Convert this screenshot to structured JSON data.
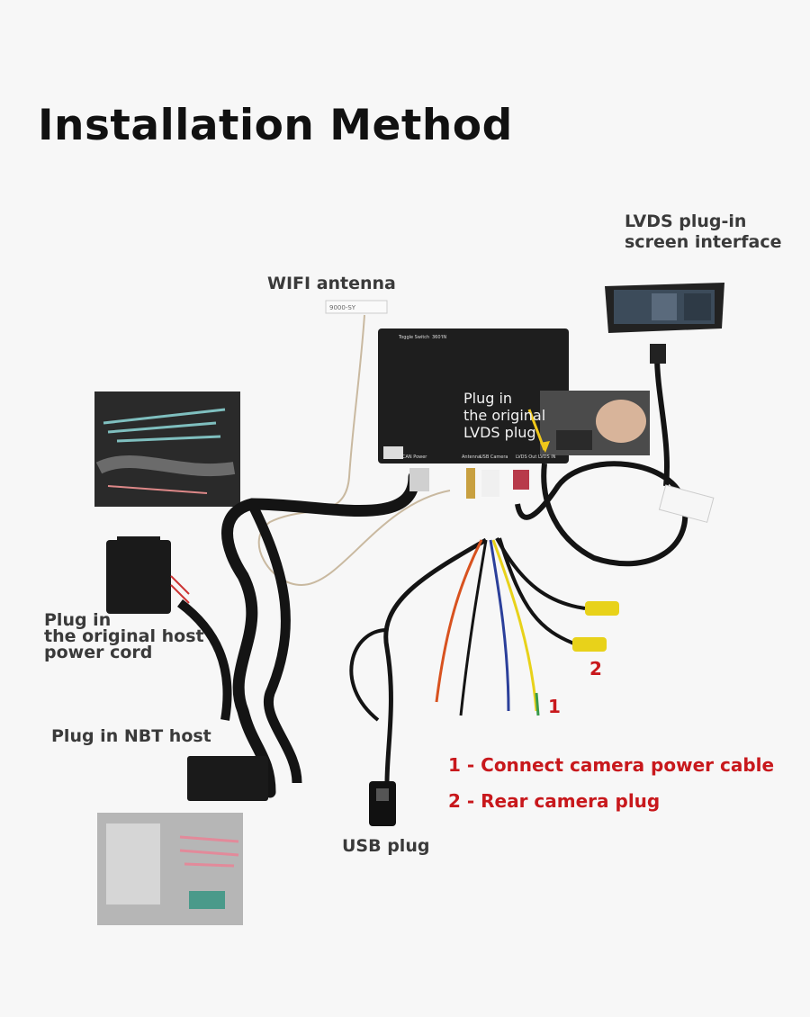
{
  "title": "Installation Method",
  "labels": {
    "wifi_antenna": "WIFI antenna",
    "lvds_screen_line1": "LVDS plug-in",
    "lvds_screen_line2": "screen interface",
    "plug_original_lvds_line1": "Plug in",
    "plug_original_lvds_line2": "the original",
    "plug_original_lvds_line3": "LVDS plug",
    "plug_host_cord_line1": "Plug in",
    "plug_host_cord_line2": "the original host",
    "plug_host_cord_line3": "power cord",
    "plug_nbt_host": "Plug in NBT host",
    "usb_plug": "USB plug",
    "marker_1": "1",
    "marker_2": "2"
  },
  "legend": {
    "item1": "1 - Connect camera power cable",
    "item2": "2 -  Rear camera plug"
  },
  "box_port_labels": {
    "toggle_switch": "Toggle Switch",
    "mode": "360'IN",
    "can_power": "CAN Power",
    "antenna": "Antenna",
    "usb_camera": "USB Camera",
    "lvds_out": "LVDS Out",
    "lvds_in": "LVDS IN"
  },
  "antenna_tag": "9000-SY",
  "colors": {
    "title": "#111111",
    "label": "#3a3a3a",
    "red_text": "#c8181c",
    "cable": "#141414",
    "box": "#1e1e1e",
    "yellow_rca": "#e8d21a"
  }
}
